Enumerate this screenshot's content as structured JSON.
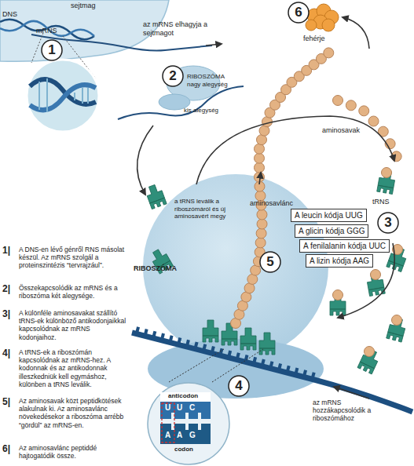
{
  "diagram": {
    "nodes": [
      {
        "text": [
          "1"
        ]
      },
      {
        "text": [
          "6"
        ]
      },
      {
        "text": [
          "2"
        ]
      },
      {
        "text": [
          "3"
        ]
      },
      {
        "text": [
          "A leucin kódja UUG"
        ]
      },
      {
        "text": [
          "A glicin kódja GGG"
        ]
      },
      {
        "text": [
          "A fenilalanin kódja UUC"
        ]
      },
      {
        "text": [
          "A lizin kódja AAG"
        ]
      },
      {
        "text": [
          "5"
        ]
      },
      {
        "text": [
          "4"
        ]
      }
    ],
    "labels": [
      "DNS",
      "sejtmag",
      "mRNS",
      "az mRNS elhagyja a sejtmagot",
      "RIBOSZÓMA nagy alegység",
      "kis alegység",
      "fehérje",
      "aminosavak",
      "tRNS",
      "a tRNS leválik a riboszómáról és új aminosavért megy",
      "aminosavlánc",
      "RIBOSZÓMA",
      "anticodon",
      "U",
      "U",
      "C",
      "A",
      "A",
      "G",
      "codon",
      "az mRNS hozzákapcsolódik a riboszómához",
      "1|",
      "A DNS-en lévő génről RNS másolat készül. Az mRNS szolgál a proteinszintézis “tervrajzául”.",
      "2|",
      "Összekapcsolódik az mRNS és a riboszóma két alegysége.",
      "3|",
      "A különféle aminosavakat szállító tRNS-ek különböző antikodonjaikkal kapcsolódnak az mRNS kodonjaihoz.",
      "4|",
      "A tRNS-ek a riboszómán kapcsolódnak az mRNS-hez. A kodonnak és az antikodonnak illeszkedniük kell egymáshoz, különben a tRNS leválik.",
      "5|",
      "Az aminosavak közt peptidkötések alakulnak ki. Az aminosavlánc növekedésekor a riboszóma arrébb “gördül” az mRNS-en.",
      "6|",
      "Az aminosavlánc peptiddé hajtogatódik össze."
    ]
  }
}
